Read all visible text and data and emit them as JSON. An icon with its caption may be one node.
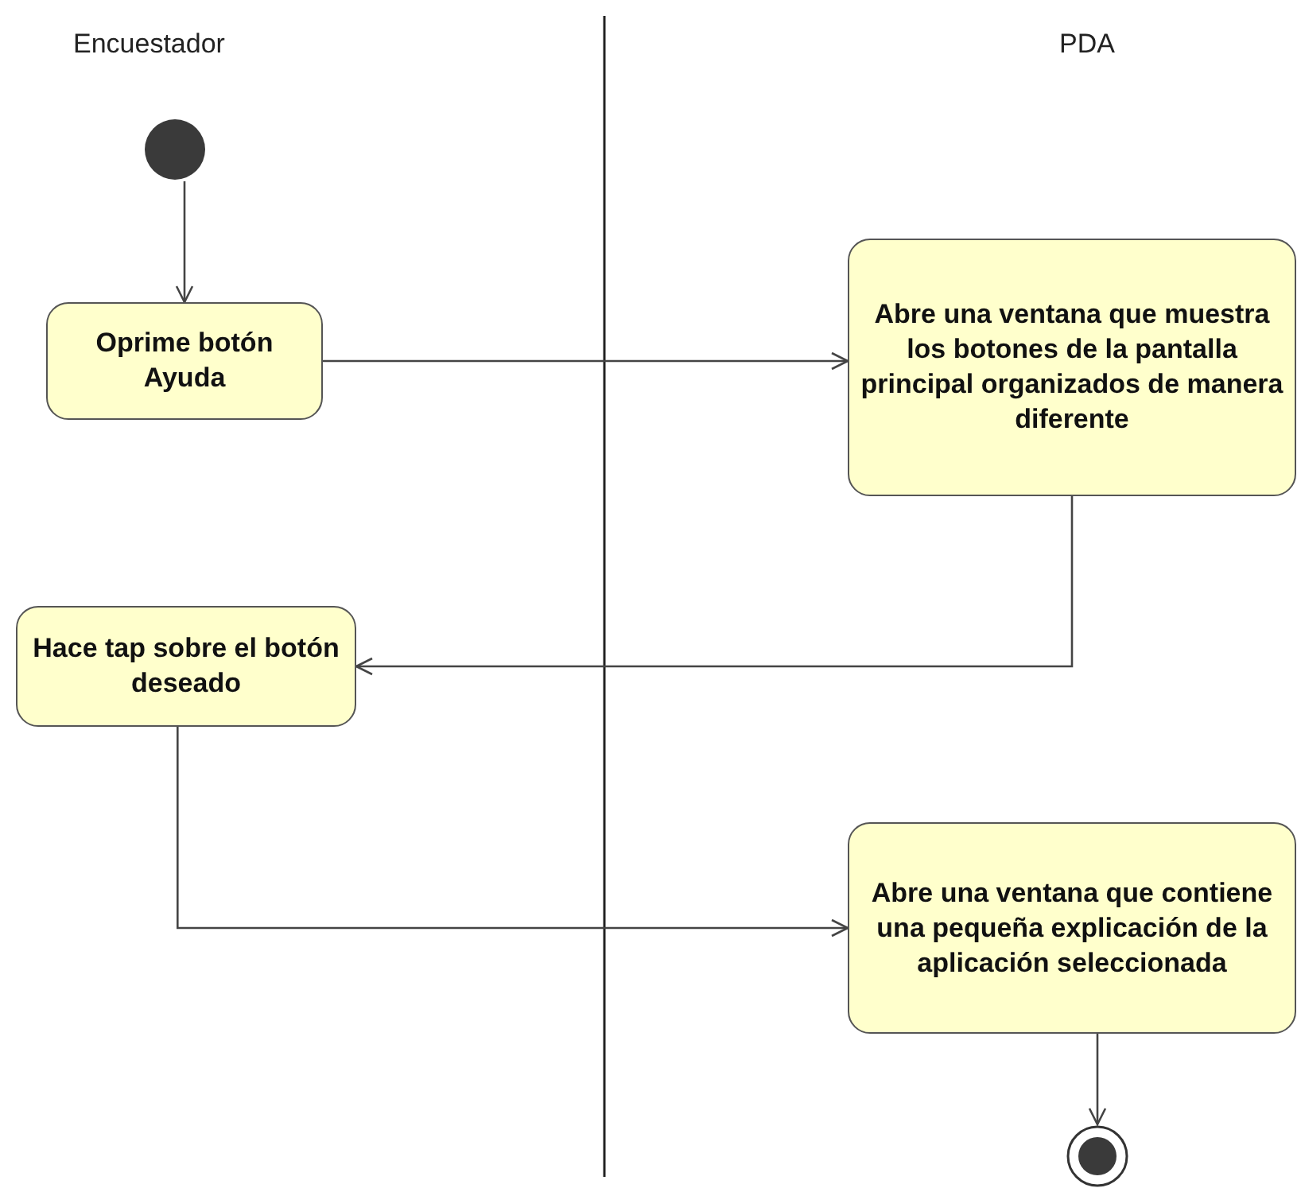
{
  "diagram": {
    "nodes": [
      {
        "text": [],
        "shape": "circle"
      },
      {
        "text": [
          "Oprime botón Ayuda"
        ]
      },
      {
        "text": [
          "Abre una ventana que muestra los botones de la pantalla principal organizados de manera diferente"
        ]
      },
      {
        "text": [
          "Hace tap sobre el botón deseado"
        ]
      },
      {
        "text": [
          "Abre una ventana que contiene una pequeña explicación de la aplicación seleccionada"
        ]
      },
      {
        "text": [],
        "shape": "end-circle"
      }
    ],
    "edges": [
      {
        "from": 0,
        "to": 1,
        "arrow": "to"
      },
      {
        "from": 1,
        "to": 2,
        "arrow": "to"
      },
      {
        "from": 2,
        "to": 3,
        "arrow": "to"
      },
      {
        "from": 3,
        "to": 4,
        "arrow": "to"
      },
      {
        "from": 4,
        "to": 5,
        "arrow": "to"
      }
    ],
    "labels": [
      "Encuestador",
      "PDA"
    ]
  }
}
